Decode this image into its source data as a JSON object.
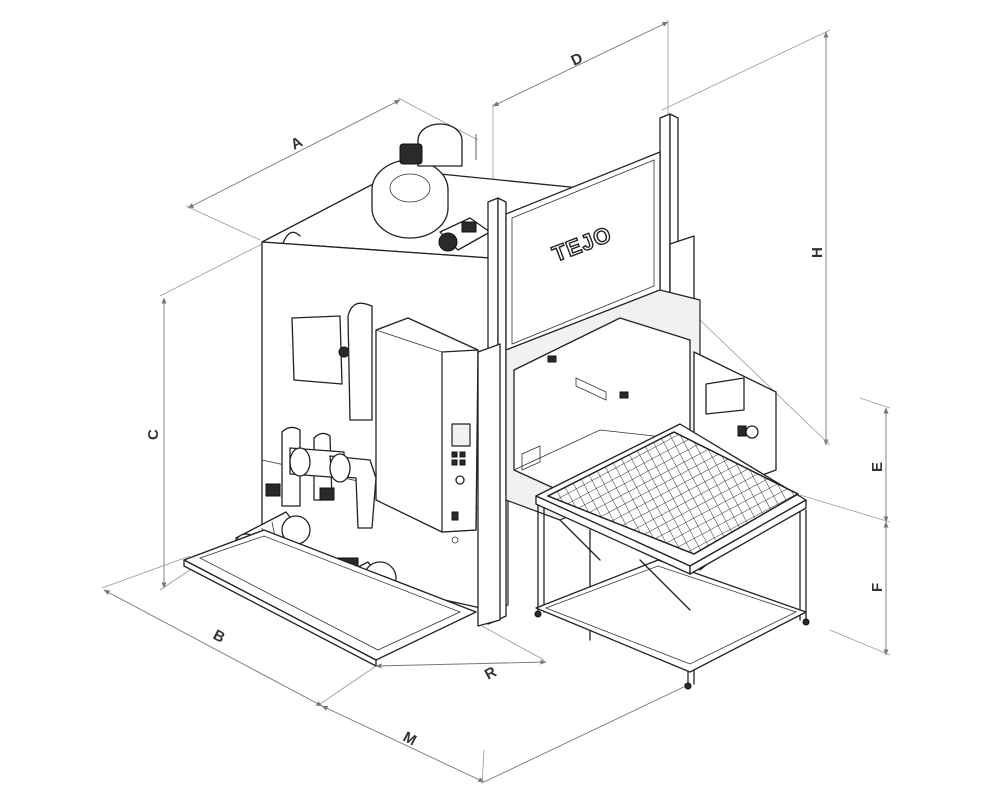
{
  "brand": {
    "logo": "TEJO"
  },
  "dimensions": {
    "A": "A",
    "B": "B",
    "C": "C",
    "D": "D",
    "E": "E",
    "F": "F",
    "H": "H",
    "M": "M",
    "R": "R"
  }
}
